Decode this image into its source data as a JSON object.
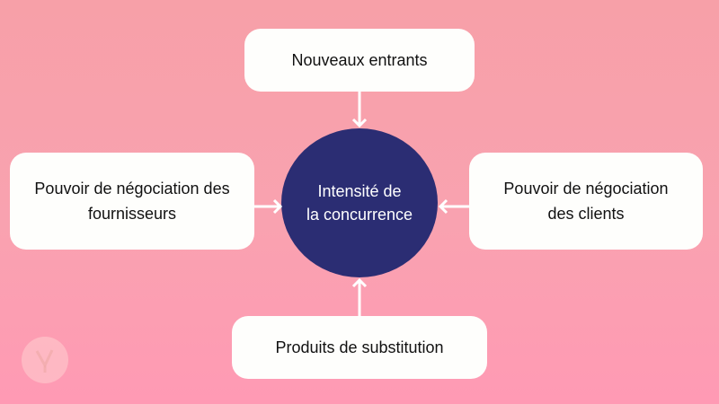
{
  "diagram": {
    "center": {
      "line1": "Intensité de",
      "line2": "la concurrence"
    },
    "top": {
      "label": "Nouveaux entrants"
    },
    "left": {
      "line1": "Pouvoir de négociation des",
      "line2": "fournisseurs"
    },
    "right": {
      "line1": "Pouvoir de négociation",
      "line2": "des clients"
    },
    "bottom": {
      "label": "Produits de substitution"
    }
  },
  "colors": {
    "center_fill": "#2b2d73",
    "box_fill": "#fefefc",
    "background_top": "#f7a0a8",
    "background_bottom": "#ff9ab4",
    "arrow": "#ffffff"
  },
  "logo": {
    "icon": "y-logo-icon"
  }
}
